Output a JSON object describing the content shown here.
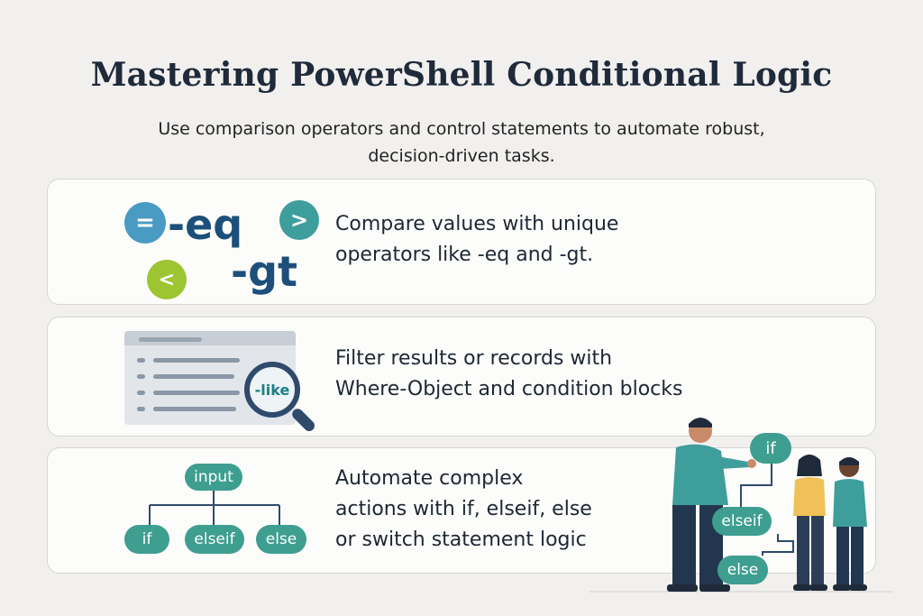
{
  "header": {
    "title": "Mastering PowerShell Conditional Logic",
    "subtitle_line1": "Use comparison operators and control statements to automate robust,",
    "subtitle_line2": "decision-driven tasks."
  },
  "cards": [
    {
      "line1": "Compare values with unique",
      "line2": "operators like -eq and -gt.",
      "icons": {
        "eq_symbol": "=",
        "gt_symbol": ">",
        "lt_symbol": "<",
        "op1": "-eq",
        "op2": "-gt"
      }
    },
    {
      "line1": "Filter results or records with",
      "line2": "Where-Object and condition blocks",
      "icons": {
        "lens_label": "-like"
      }
    },
    {
      "line1": "Automate complex",
      "line2": "actions with if, elseif, else",
      "line3": "or switch statement logic",
      "tree": {
        "root": "input",
        "left": "if",
        "middle": "elseif",
        "right": "else"
      }
    }
  ],
  "illustration": {
    "if_label": "if",
    "elseif_label": "elseif",
    "else_label": "else"
  },
  "colors": {
    "background": "#f1f0ee",
    "teal": "#3e9e8f",
    "navy": "#1d4f7a",
    "blue_circle": "#4a9bc4",
    "green_circle": "#9cc531"
  }
}
